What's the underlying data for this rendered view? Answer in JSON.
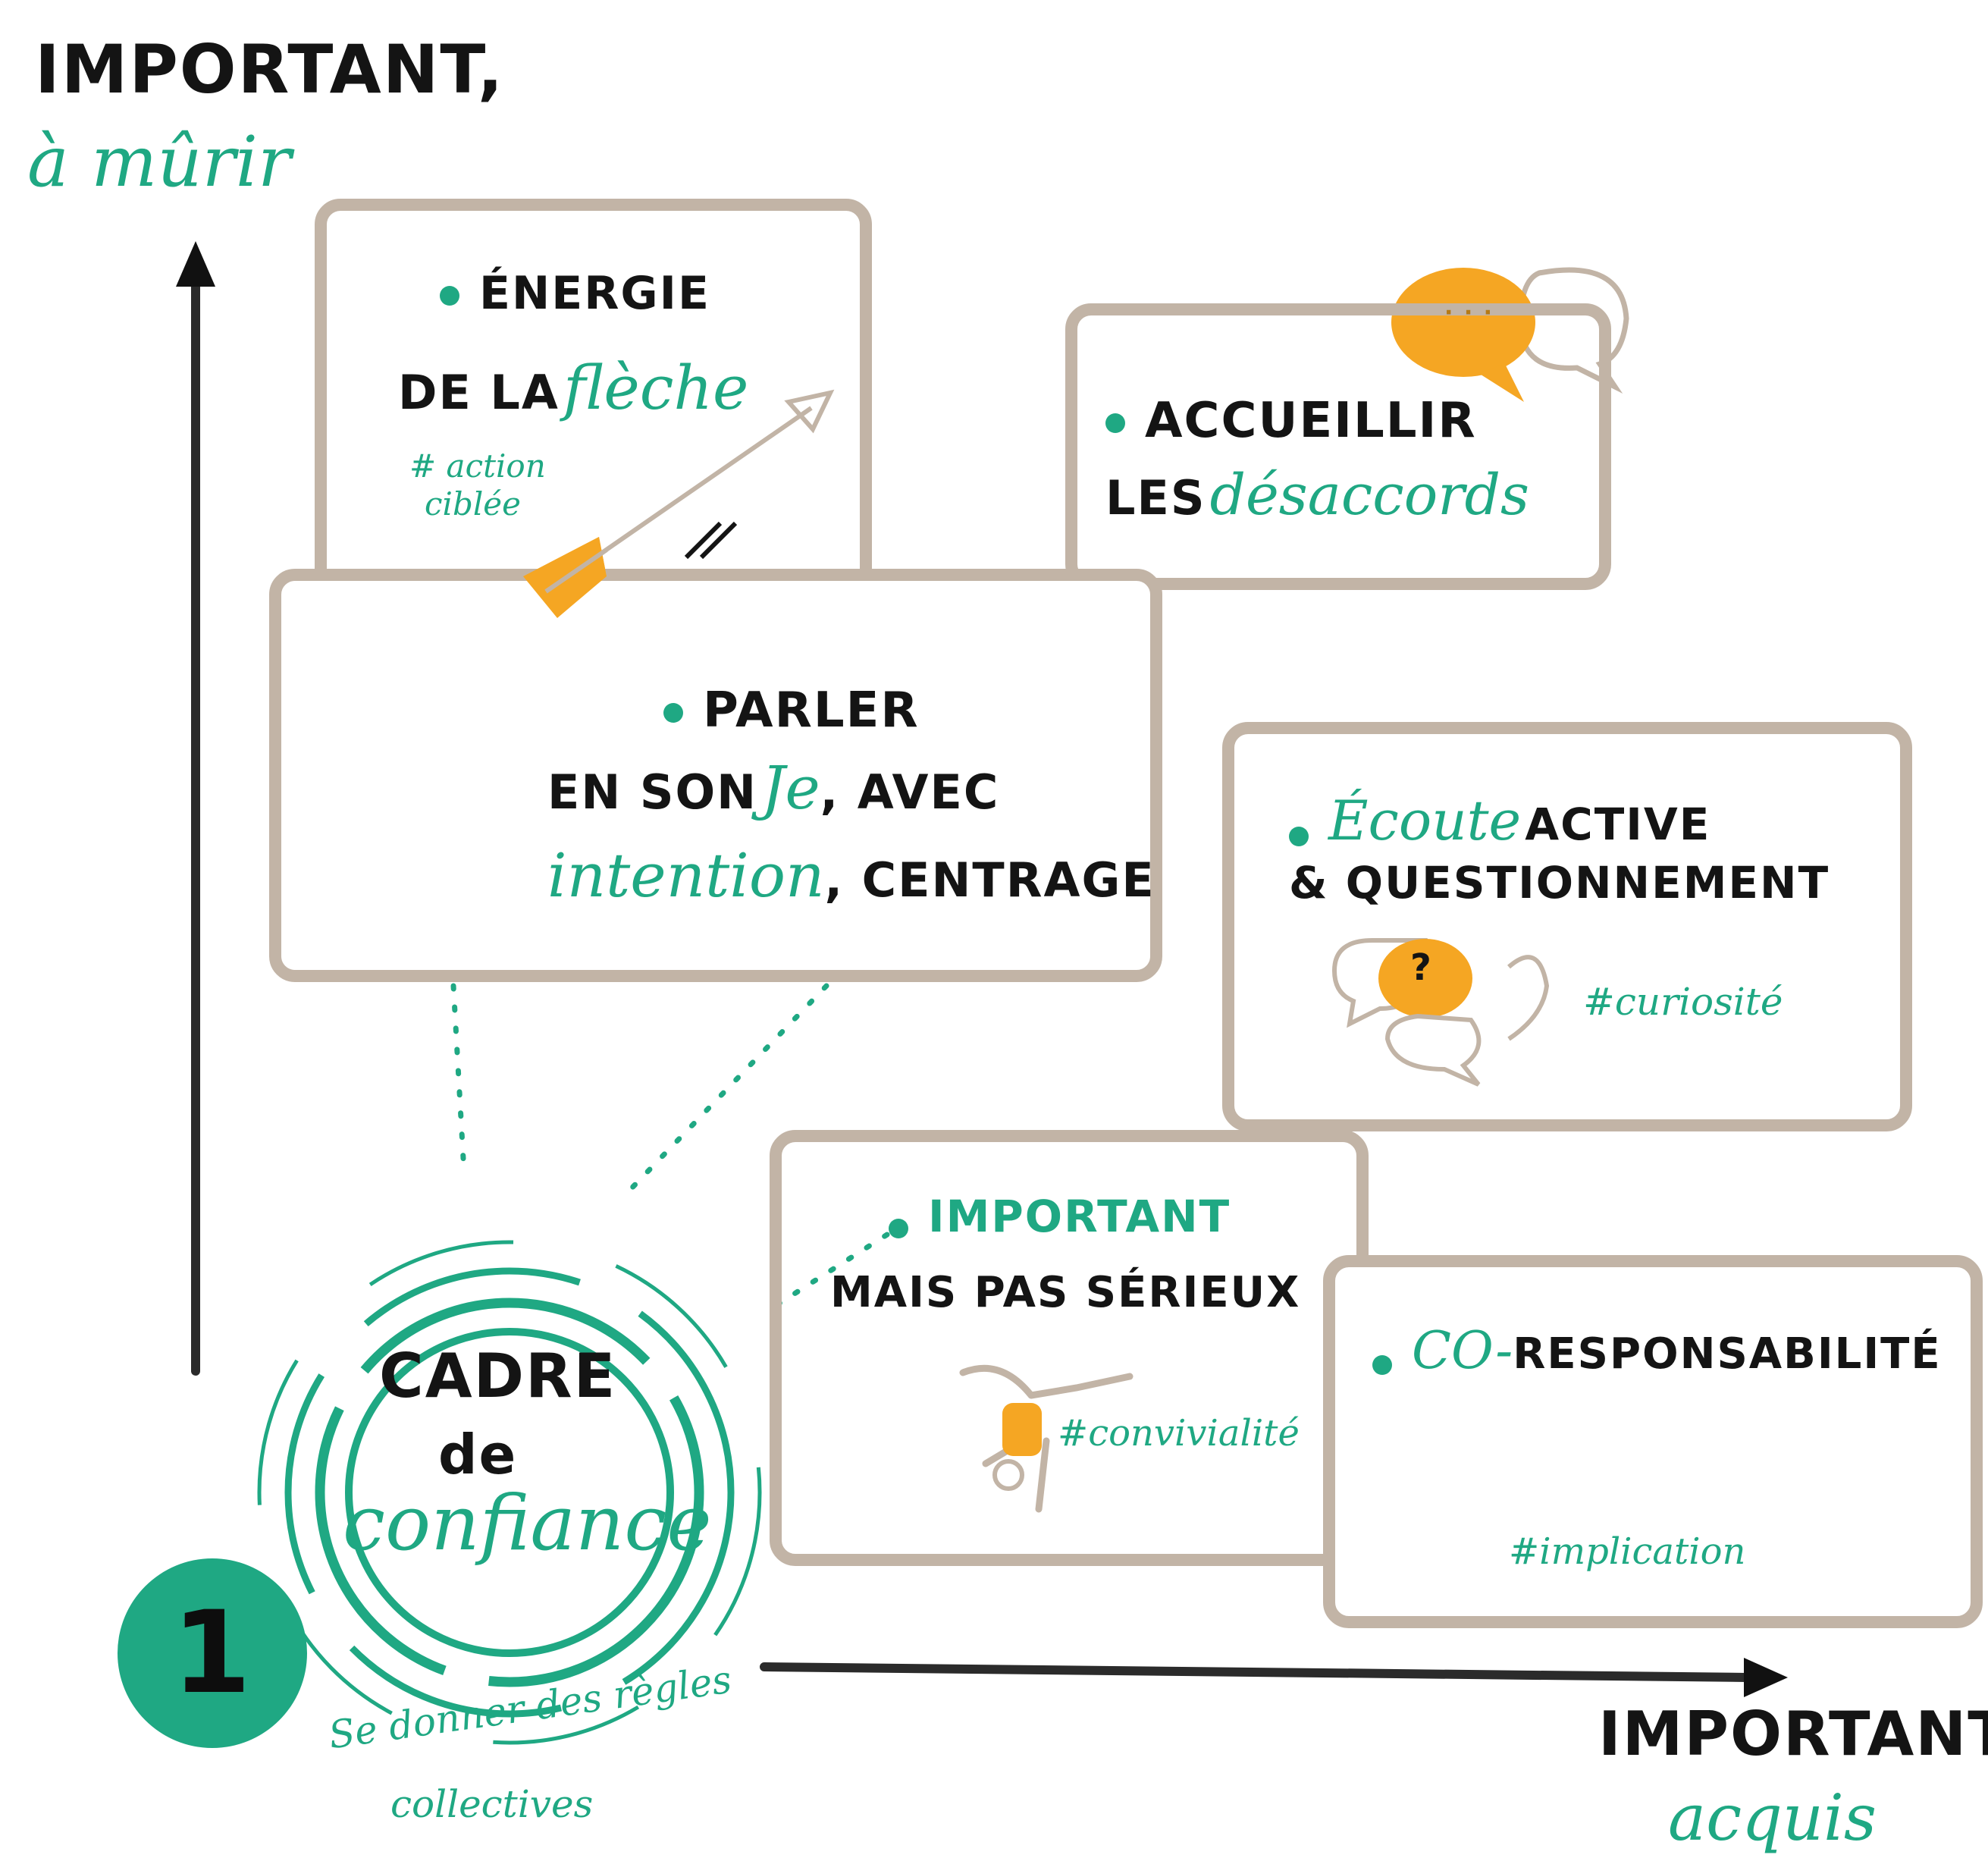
{
  "axes": {
    "y_label_1": "IMPORTANT,",
    "y_label_2": "à mûrir",
    "x_label_1": "IMPORTANT,",
    "x_label_2": "acquis"
  },
  "cards": {
    "energie": {
      "line1": "ÉNERGIE",
      "line2_a": "DE LA",
      "line2_b": "flèche",
      "tag1": "# action",
      "tag2": "ciblée"
    },
    "accueillir": {
      "line1": "ACCUEILLIR",
      "line2_a": "LES",
      "line2_b": "désaccords"
    },
    "parler": {
      "line1": "PARLER",
      "line2_a": "EN SON",
      "line2_b": "Je",
      "line2_c": ", AVEC",
      "line3_a": "intention",
      "line3_b": ", CENTRAGE"
    },
    "ecoute": {
      "line1_a": "Écoute",
      "line1_b": "ACTIVE",
      "line2": "& QUESTIONNEMENT",
      "tag": "#curiosité",
      "bubble_mark": "?"
    },
    "important": {
      "line1": "IMPORTANT",
      "line2": "MAIS PAS SÉRIEUX",
      "tag": "#convivialité"
    },
    "coresp": {
      "line1_a": "CO-",
      "line1_b": "RESPONSABILITÉ",
      "tag": "#implication"
    }
  },
  "center": {
    "title1": "CADRE",
    "title2": "de",
    "title3": "confiance",
    "number": "1",
    "caption1": "Se donner des règles",
    "caption2": "collectives"
  },
  "colors": {
    "teal": "#1fa883",
    "beige": "#c2b4a6",
    "orange": "#f5a623",
    "ink": "#141414"
  }
}
